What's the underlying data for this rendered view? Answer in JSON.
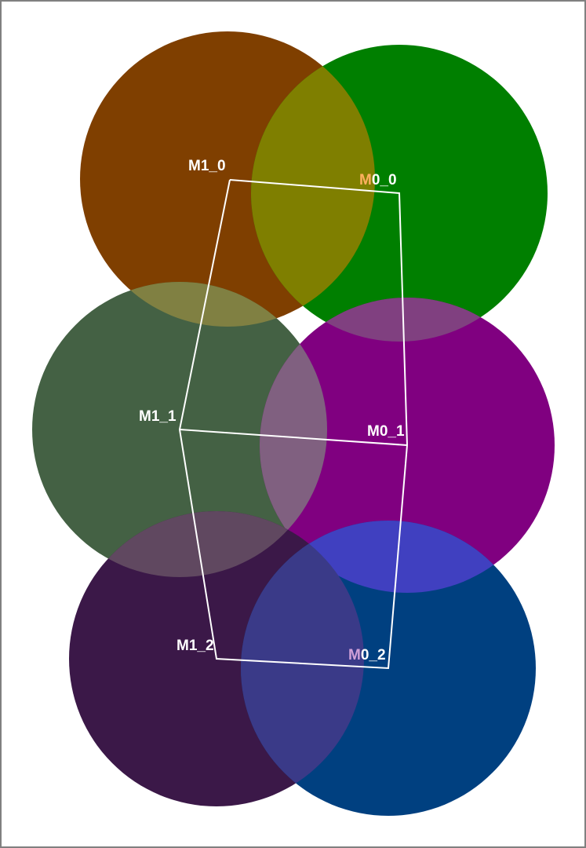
{
  "diagram": {
    "nodes": [
      {
        "id": "M1_0",
        "color": "#7f3f00",
        "label": "M1_0"
      },
      {
        "id": "M0_0",
        "color": "#007f00",
        "label": "M0_0"
      },
      {
        "id": "M1_1",
        "color": "#446144",
        "label": "M1_1"
      },
      {
        "id": "M0_1",
        "color": "#800080",
        "label": "M0_1"
      },
      {
        "id": "M1_2",
        "color": "#3b1848",
        "label": "M1_2"
      },
      {
        "id": "M0_2",
        "color": "#004080",
        "label": "M0_2"
      }
    ],
    "overlap_colors": {
      "M1_0_M0_0": "#7f7f00",
      "M1_0_M1_1": "#808042",
      "M0_0_M0_1": "#804080",
      "M1_1_M0_1": "#806080",
      "M1_1_M1_2": "#604860",
      "M0_1_M0_2": "#4040c0",
      "M1_2_M0_2": "#3a3a88",
      "M1_1_M0_1_M1_2": "#5a3a6a"
    },
    "path_color": "#ffffff",
    "label_color": "#ffffff",
    "label_highlight_colors": {
      "M0_0": "#ffb060",
      "M0_2": "#d0a0d8"
    }
  }
}
